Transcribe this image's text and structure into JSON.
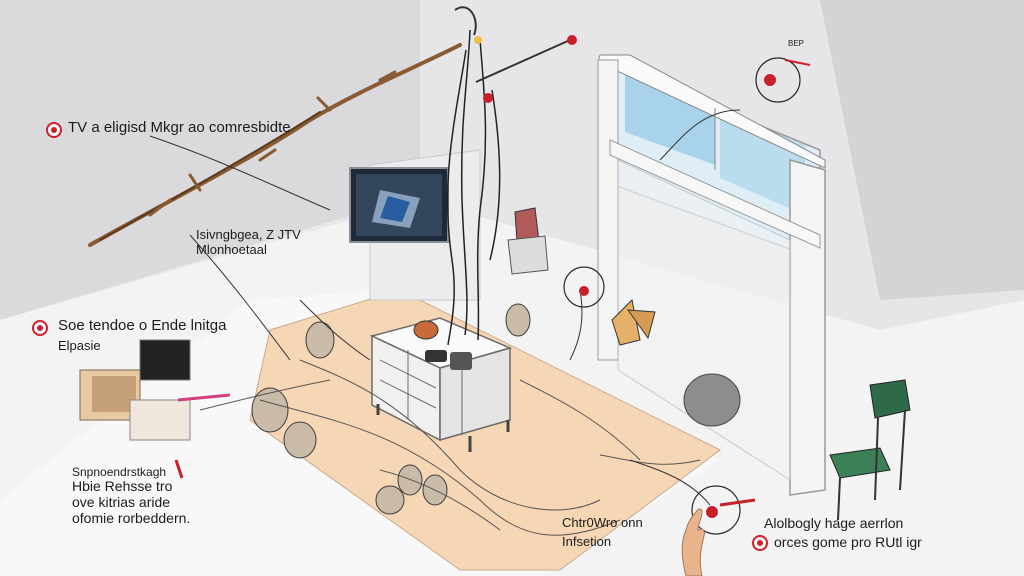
{
  "labels": {
    "l1": "TV a eligisd Mkgr ao comresbidte",
    "l2_line1": "Isivngbgea, Z JTV",
    "l2_line2": "Mlonhoetaal",
    "l3_line1": "Soe tendoe o Ende lnitga",
    "l3_line2": "Elpasie",
    "l4_line1": "Snpnoendrstkagh",
    "l4_line2": "Hbie Rehsse tro",
    "l4_line3": "ove kitrias aride",
    "l4_line4": "ofomie rorbeddern.",
    "l5_line1": "Chtr0Wro onn",
    "l5_line2": "Infsetion",
    "l6_line1": "Alolbogly hage aerrlon",
    "l6_line2": "orces gome pro RUtl igr",
    "l7": "BEP"
  },
  "colors": {
    "accent": "#c8202a",
    "wall": "#dcdcde",
    "floor": "#f1f1f1",
    "rug": "#f6d8b6"
  },
  "icons": [
    "marker-icon",
    "tv-icon",
    "window-icon",
    "chair-icon",
    "hand-icon"
  ]
}
